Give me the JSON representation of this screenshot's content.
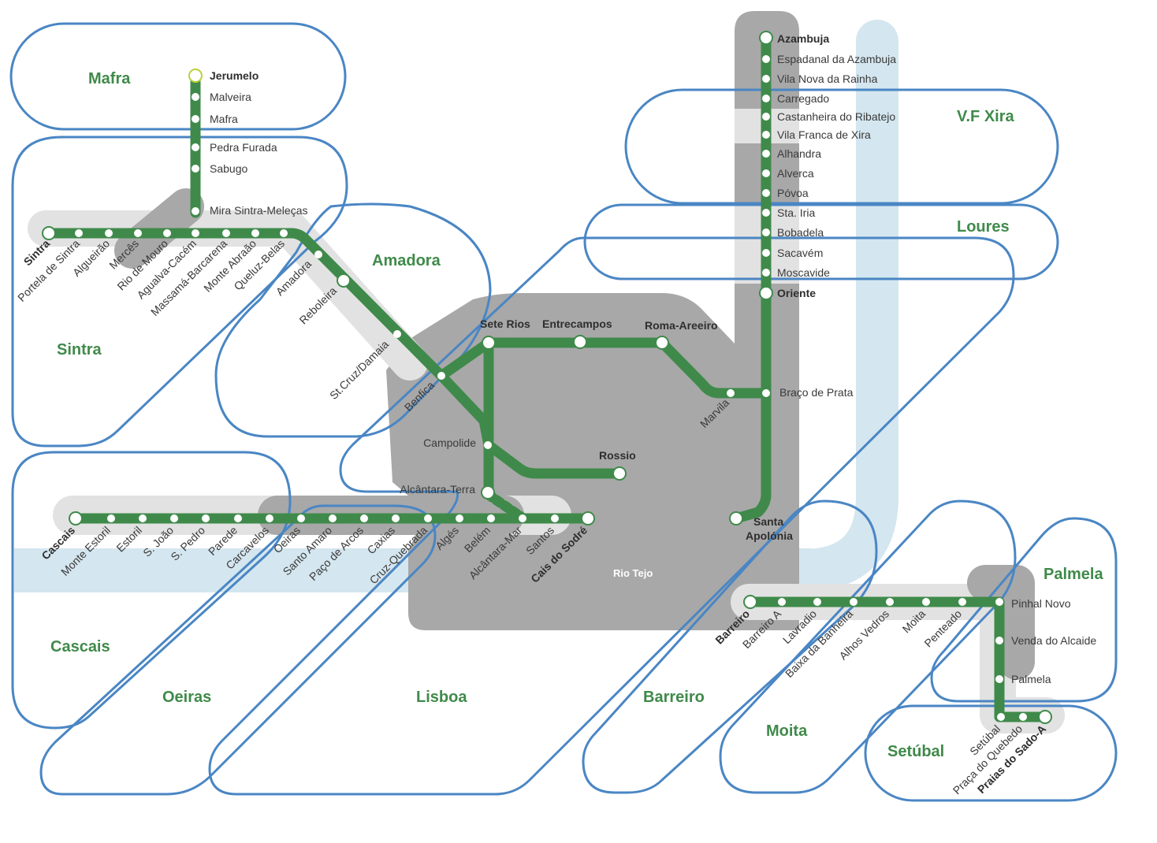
{
  "colors": {
    "line": "#3f8a4a",
    "branch": "#bccf3a",
    "zone_outline": "#4a86c4",
    "river": "#d4e6ef",
    "dark_zone": "#a8a8a8",
    "light_zone": "#e2e2e2",
    "label": "#3f8a4a"
  },
  "river_label": "Rio Tejo",
  "municipalities": {
    "mafra": "Mafra",
    "sintra": "Sintra",
    "amadora": "Amadora",
    "cascais": "Cascais",
    "oeiras": "Oeiras",
    "lisboa": "Lisboa",
    "barreiro": "Barreiro",
    "moita": "Moita",
    "setubal": "Setúbal",
    "palmela": "Palmela",
    "vfxira": "V.F Xira",
    "loures": "Loures"
  },
  "stations": {
    "jerumelo": "Jerumelo",
    "malveira": "Malveira",
    "mafra": "Mafra",
    "pedra_furada": "Pedra Furada",
    "sabugo": "Sabugo",
    "mira_sintra": "Mira Sintra-Meleças",
    "sintra": "Sintra",
    "portela_sintra": "Portela de Sintra",
    "algueirao": "Algueirão",
    "merces": "Mercês",
    "rio_de_mouro": "Rio de Mouro",
    "agualva": "Agualva-Cacém",
    "massama": "Massamá-Barcarena",
    "monte_abraao": "Monte Abraão",
    "queluz": "Queluz-Belas",
    "amadora": "Amadora",
    "reboleira": "Reboleira",
    "st_cruz": "St.Cruz/Damaia",
    "benfica": "Benfica",
    "sete_rios": "Sete Rios",
    "entrecampos": "Entrecampos",
    "roma_areeiro": "Roma-Areeiro",
    "marvila": "Marvila",
    "braco_prata": "Braço de Prata",
    "campolide": "Campolide",
    "rossio": "Rossio",
    "alcantara_terra": "Alcântara-Terra",
    "santa_apolonia_1": "Santa",
    "santa_apolonia_2": "Apolónia",
    "azambuja": "Azambuja",
    "espadanal": "Espadanal da Azambuja",
    "vila_nova_rainha": "Vila Nova da Rainha",
    "carregado": "Carregado",
    "castanheira": "Castanheira do Ribatejo",
    "vila_franca": "Vila Franca de Xira",
    "alhandra": "Alhandra",
    "alverca": "Alverca",
    "povoa": "Póvoa",
    "sta_iria": "Sta. Iria",
    "bobadela": "Bobadela",
    "sacavem": "Sacavém",
    "moscavide": "Moscavide",
    "oriente": "Oriente",
    "cascais": "Cascais",
    "monte_estoril": "Monte Estoril",
    "estoril": "Estoril",
    "s_joao": "S. João",
    "s_pedro": "S. Pedro",
    "parede": "Parede",
    "carcavelos": "Carcavelos",
    "oeiras": "Oeiras",
    "santo_amaro": "Santo Amaro",
    "paco_arcos": "Paço de Arcos",
    "caxias": "Caxias",
    "cruz_quebrada": "Cruz-Quebrada",
    "alges": "Algés",
    "belem": "Belém",
    "alcantara_mar": "Alcântara-Mar",
    "santos": "Santos",
    "cais_sodre": "Cais do Sodré",
    "barreiro": "Barreiro",
    "barreiro_a": "Barreiro A",
    "lavradio": "Lavradio",
    "baixa_banheira": "Baixa da Banheira",
    "alhos_vedros": "Alhos Vedros",
    "moita": "Moita",
    "penteado": "Penteado",
    "pinhal_novo": "Pinhal Novo",
    "venda_alcaide": "Venda do Alcaide",
    "palmela": "Palmela",
    "setubal": "Setúbal",
    "praca_quebedo": "Praça do Quebedo",
    "praias_sado": "Praias do Sado-A"
  }
}
